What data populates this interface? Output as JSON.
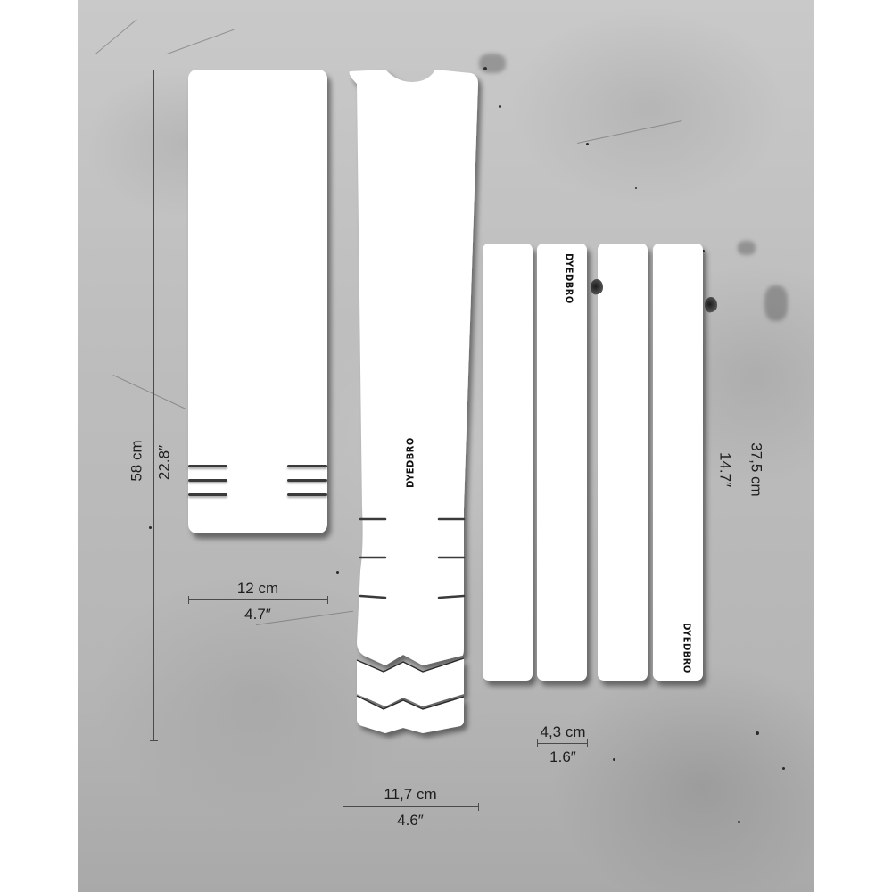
{
  "brand": "DYEDBRO",
  "pieces": {
    "top_tube_panel": {
      "label": "top-tube-protector",
      "logo": ""
    },
    "down_tube_panel": {
      "label": "down-tube-protector",
      "logo": "DYEDBRO"
    },
    "stays_strips": [
      {
        "label": "stay-strip-1",
        "logo": ""
      },
      {
        "label": "stay-strip-2",
        "logo": "DYEDBRO"
      },
      {
        "label": "stay-strip-3",
        "logo": ""
      },
      {
        "label": "stay-strip-4",
        "logo": "DYEDBRO"
      }
    ]
  },
  "dimensions": {
    "height_total": {
      "metric": "58 cm",
      "imperial": "22.8″"
    },
    "width_panel": {
      "metric": "12 cm",
      "imperial": "4.7″"
    },
    "width_down_tube": {
      "metric": "11,7 cm",
      "imperial": "4.6″"
    },
    "height_strips": {
      "metric": "37,5 cm",
      "imperial": "14.7″"
    },
    "width_strip": {
      "metric": "4,3 cm",
      "imperial": "1.6″"
    }
  },
  "colors": {
    "background": "#ffffff",
    "concrete": "#bdbdbd",
    "film": "#ffffff",
    "ink": "#1e1e1e"
  }
}
